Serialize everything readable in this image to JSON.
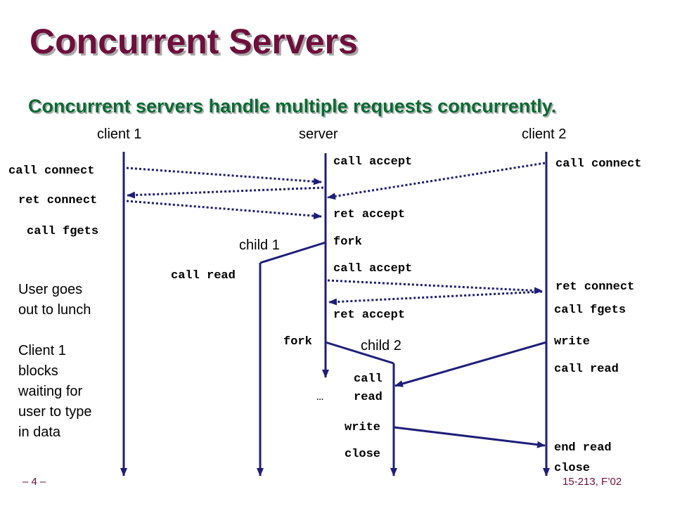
{
  "slide": {
    "title": "Concurrent Servers",
    "subtitle": "Concurrent  servers handle multiple requests concurrently."
  },
  "columns": {
    "client1": "client 1",
    "server": "server",
    "client2": "client 2",
    "child1": "child 1",
    "child2": "child 2"
  },
  "client1_events": {
    "call_connect": "call connect",
    "ret_connect": "ret connect",
    "call_fgets": "call fgets"
  },
  "server_events": {
    "call_accept_1": "call accept",
    "ret_accept_1": "ret accept",
    "fork_1": "fork",
    "call_accept_2": "call accept",
    "ret_accept_2": "ret accept",
    "fork_2": "fork",
    "ellipsis": "…"
  },
  "child1_events": {
    "call_read": "call read"
  },
  "child2_events": {
    "call_read_line1": "call",
    "call_read_line2": "read",
    "write": "write",
    "close": "close"
  },
  "client2_events": {
    "call_connect": "call connect",
    "ret_connect": "ret connect",
    "call_fgets": "call fgets",
    "write": "write",
    "call_read": "call read",
    "end_read": "end read",
    "close": "close"
  },
  "notes": {
    "lunch_line1": "User goes",
    "lunch_line2": "out to lunch",
    "blocks_line1": "Client 1",
    "blocks_line2": "blocks",
    "blocks_line3": "waiting for",
    "blocks_line4": "user to type",
    "blocks_line5": "in data"
  },
  "footer": {
    "page": "– 4 –",
    "course": "15-213, F’02"
  },
  "colors": {
    "title": "#6e0f3c",
    "subtitle": "#0a6a33",
    "timeline": "#1e1e7a"
  }
}
